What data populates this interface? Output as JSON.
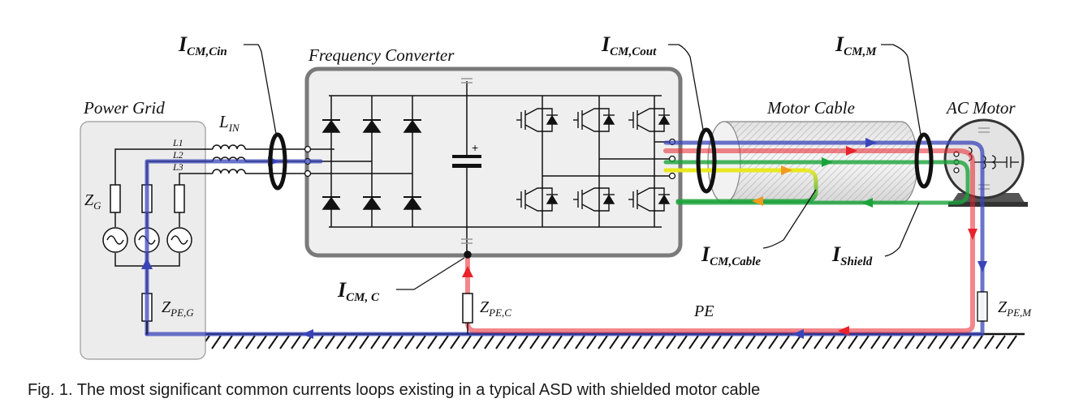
{
  "labels": {
    "power_grid": "Power Grid",
    "freq_conv": "Frequency Converter",
    "motor_cable": "Motor Cable",
    "ac_motor": "AC Motor",
    "l1": "L1",
    "l2": "L2",
    "l3": "L3",
    "lin_main": "L",
    "lin_sub": "IN",
    "zg_main": "Z",
    "zg_sub": "G",
    "zpeg_main": "Z",
    "zpeg_sub": "PE,G",
    "zpec_main": "Z",
    "zpec_sub": "PE,C",
    "zpem_main": "Z",
    "zpem_sub": "PE,M",
    "pe": "PE"
  },
  "currents": {
    "cin_main": "I",
    "cin_sub": "CM,Cin",
    "cout_main": "I",
    "cout_sub": "CM,Cout",
    "cm_m_main": "I",
    "cm_m_sub": "CM,M",
    "cable_main": "I",
    "cable_sub": "CM,Cable",
    "shield_main": "I",
    "shield_sub": "Shield",
    "cmc_main": "I",
    "cmc_sub": "CM, C"
  },
  "caption": "Fig. 1.  The most significant common currents loops existing in a typical ASD with shielded motor cable",
  "colors": {
    "loop_blue": "#3a44b8",
    "loop_red": "#e8232b",
    "loop_green": "#1aa33a",
    "loop_yellow": "#e8e81c",
    "loop_orange": "#f39a1e",
    "box_gray": "#7a7a7a",
    "fill_gray": "#ededed"
  }
}
